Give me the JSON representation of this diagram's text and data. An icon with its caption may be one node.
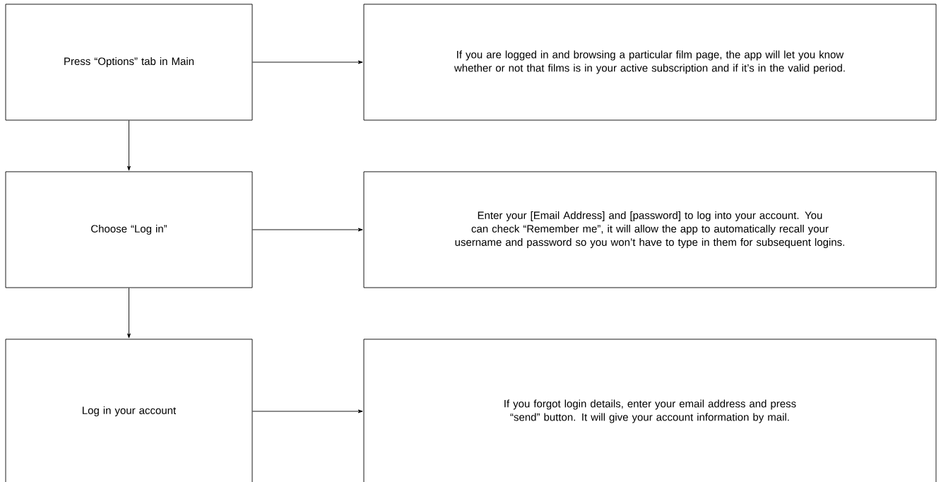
{
  "diagram": {
    "nodes": [
      {
        "text": [
          "Press “Options” tab in Main"
        ]
      },
      {
        "text": [
          "If you are logged in and browsing a particular film page, the app will let you know whether or not that films is in your active subscription and if it’s in the valid period."
        ]
      },
      {
        "text": [
          "Choose “Log in”"
        ]
      },
      {
        "text": [
          "Enter your [Email Address] and [password] to log into your account. You can check “Remember me”, it will allow the app to automatically recall your username and password so you won’t have to type in them for subsequent logins."
        ]
      },
      {
        "text": [
          "Log in your account"
        ]
      },
      {
        "text": [
          "If you forgot login details, enter your email address and press “send” button. It will give your account information by mail."
        ]
      }
    ],
    "edges": [
      {
        "from": 0,
        "to": 1,
        "arrow": "to"
      },
      {
        "from": 0,
        "to": 2,
        "arrow": "to"
      },
      {
        "from": 2,
        "to": 3,
        "arrow": "to"
      },
      {
        "from": 2,
        "to": 4,
        "arrow": "to"
      },
      {
        "from": 4,
        "to": 5,
        "arrow": "to"
      }
    ]
  }
}
